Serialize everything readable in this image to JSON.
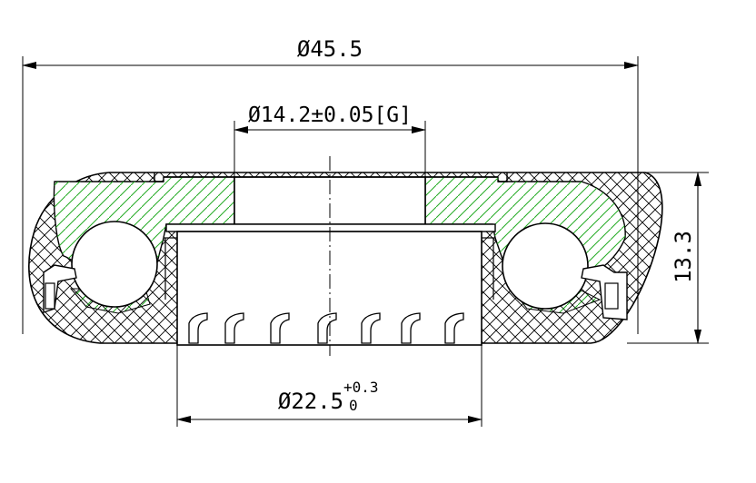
{
  "drawing": {
    "dimensions": {
      "outer_diameter": "Ø45.5",
      "inner_bore": "Ø14.2±0.05[G]",
      "bottom_diameter": "Ø22.5",
      "bottom_tol_upper": "+0.3",
      "bottom_tol_lower": "0",
      "height": "13.3"
    }
  },
  "colors": {
    "line": "#000000",
    "hatch_green": "#22aa22",
    "background": "#ffffff"
  }
}
